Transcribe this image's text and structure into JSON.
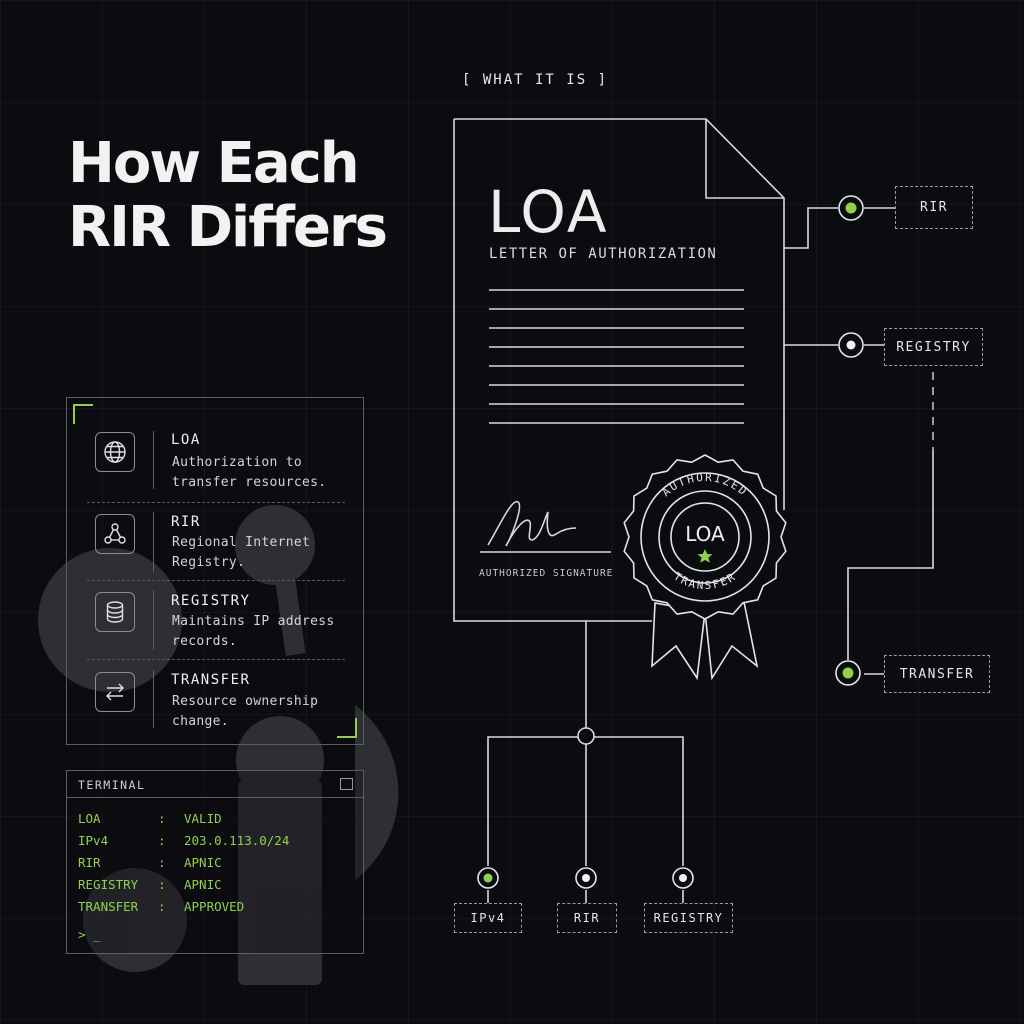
{
  "kicker": "[ WHAT IT IS ]",
  "headline": {
    "line1": "How Each",
    "line2": "RIR Differs"
  },
  "document": {
    "title": "LOA",
    "subtitle": "LETTER OF AUTHORIZATION",
    "signature_label": "AUTHORIZED SIGNATURE",
    "seal": {
      "top_text": "AUTHORIZED",
      "center_text": "LOA",
      "bottom_text": "TRANSFER"
    }
  },
  "right_nodes": {
    "rir": "RIR",
    "registry": "REGISTRY",
    "transfer": "TRANSFER"
  },
  "bottom_nodes": {
    "ipv4": "IPv4",
    "rir": "RIR",
    "registry": "REGISTRY"
  },
  "legend": [
    {
      "term": "LOA",
      "desc": "Authorization to transfer resources.",
      "icon": "globe-icon"
    },
    {
      "term": "RIR",
      "desc": "Regional Internet Registry.",
      "icon": "network-icon"
    },
    {
      "term": "REGISTRY",
      "desc": "Maintains IP address records.",
      "icon": "database-icon"
    },
    {
      "term": "TRANSFER",
      "desc": "Resource ownership change.",
      "icon": "swap-arrows-icon"
    }
  ],
  "terminal": {
    "title": "TERMINAL",
    "lines": [
      {
        "key": "LOA",
        "sep": ":",
        "value": "VALID"
      },
      {
        "key": "IPv4",
        "sep": ":",
        "value": "203.0.113.0/24"
      },
      {
        "key": "RIR",
        "sep": ":",
        "value": "APNIC"
      },
      {
        "key": "REGISTRY",
        "sep": ":",
        "value": "APNIC"
      },
      {
        "key": "TRANSFER",
        "sep": ":",
        "value": "APPROVED"
      }
    ],
    "prompt": "> _"
  },
  "colors": {
    "accent": "#8fd14f",
    "background": "#0b0c10",
    "line": "#d9d9d9"
  }
}
